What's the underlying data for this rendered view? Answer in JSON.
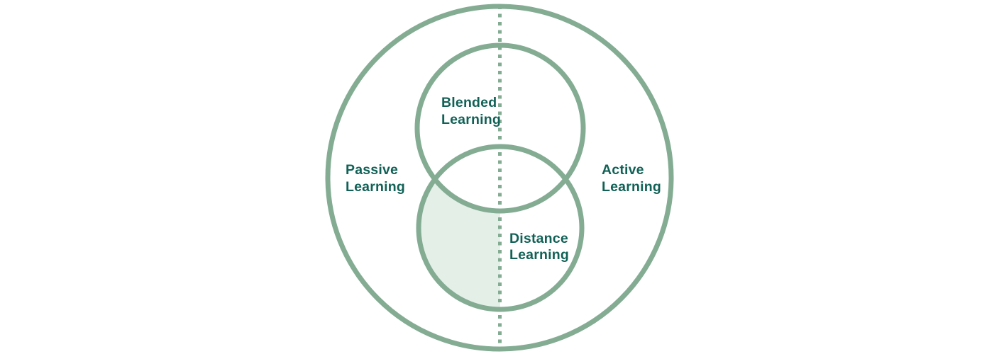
{
  "diagram": {
    "type": "venn-euler",
    "outer_label_left": {
      "line1": "Passive",
      "line2": "Learning"
    },
    "outer_label_right": {
      "line1": "Active",
      "line2": "Learning"
    },
    "top_circle_label": {
      "line1": "Blended",
      "line2": "Learning"
    },
    "bottom_circle_label": {
      "line1": "Distance",
      "line2": "Learning"
    },
    "colors": {
      "circle_stroke": "#83AC93",
      "divider_dotted": "#83AC93",
      "shaded_region_fill": "#E4EFE8",
      "label_text": "#116156",
      "background": "#FFFFFF"
    }
  }
}
